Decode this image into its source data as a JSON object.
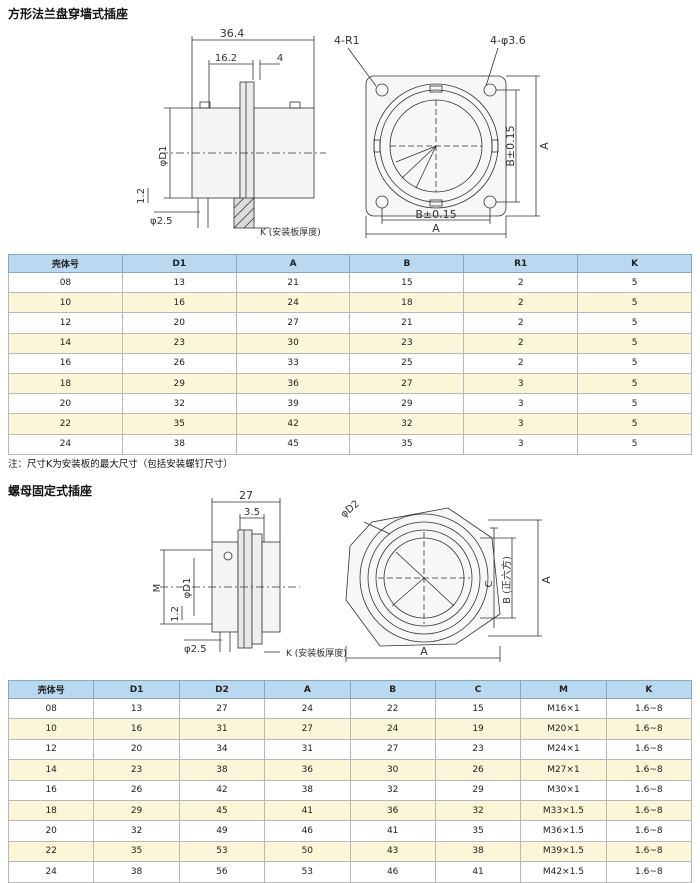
{
  "section1": {
    "title": "方形法兰盘穿墙式插座",
    "side_view": {
      "dim_total": "36.4",
      "dim_mid": "16.2",
      "dim_small": "4",
      "dim_d1": "φD1",
      "dim_12": "1.2",
      "dim_pin": "φ2.5",
      "k_label": "K (安装板厚度)"
    },
    "front_view": {
      "r1_label": "4-R1",
      "hole_label": "4-φ3.6",
      "b_tol_h": "B±0.15",
      "b_tol_v": "B±0.15",
      "a_h": "A",
      "a_v": "A"
    },
    "table": {
      "headers": [
        "壳体号",
        "D1",
        "A",
        "B",
        "R1",
        "K"
      ],
      "rows": [
        [
          "08",
          "13",
          "21",
          "15",
          "2",
          "5"
        ],
        [
          "10",
          "16",
          "24",
          "18",
          "2",
          "5"
        ],
        [
          "12",
          "20",
          "27",
          "21",
          "2",
          "5"
        ],
        [
          "14",
          "23",
          "30",
          "23",
          "2",
          "5"
        ],
        [
          "16",
          "26",
          "33",
          "25",
          "2",
          "5"
        ],
        [
          "18",
          "29",
          "36",
          "27",
          "3",
          "5"
        ],
        [
          "20",
          "32",
          "39",
          "29",
          "3",
          "5"
        ],
        [
          "22",
          "35",
          "42",
          "32",
          "3",
          "5"
        ],
        [
          "24",
          "38",
          "45",
          "35",
          "3",
          "5"
        ]
      ]
    },
    "note": "注：尺寸K为安装板的最大尺寸（包括安装螺钉尺寸）"
  },
  "section2": {
    "title": "螺母固定式插座",
    "side_view": {
      "dim_total": "27",
      "dim_small": "3.5",
      "dim_m": "M",
      "dim_d1": "φD1",
      "dim_12": "1.2",
      "dim_pin": "φ2.5",
      "k_label": "K (安装板厚度)"
    },
    "front_view": {
      "d2_label": "φD2",
      "a_h": "A",
      "a_v": "A",
      "c_label": "C",
      "b_label": "B (正六方)"
    },
    "table": {
      "headers": [
        "壳体号",
        "D1",
        "D2",
        "A",
        "B",
        "C",
        "M",
        "K"
      ],
      "rows": [
        [
          "08",
          "13",
          "27",
          "24",
          "22",
          "15",
          "M16×1",
          "1.6~8"
        ],
        [
          "10",
          "16",
          "31",
          "27",
          "24",
          "19",
          "M20×1",
          "1.6~8"
        ],
        [
          "12",
          "20",
          "34",
          "31",
          "27",
          "23",
          "M24×1",
          "1.6~8"
        ],
        [
          "14",
          "23",
          "38",
          "36",
          "30",
          "26",
          "M27×1",
          "1.6~8"
        ],
        [
          "16",
          "26",
          "42",
          "38",
          "32",
          "29",
          "M30×1",
          "1.6~8"
        ],
        [
          "18",
          "29",
          "45",
          "41",
          "36",
          "32",
          "M33×1.5",
          "1.6~8"
        ],
        [
          "20",
          "32",
          "49",
          "46",
          "41",
          "35",
          "M36×1.5",
          "1.6~8"
        ],
        [
          "22",
          "35",
          "53",
          "50",
          "43",
          "38",
          "M39×1.5",
          "1.6~8"
        ],
        [
          "24",
          "38",
          "56",
          "53",
          "46",
          "41",
          "M42×1.5",
          "1.6~8"
        ]
      ]
    }
  }
}
